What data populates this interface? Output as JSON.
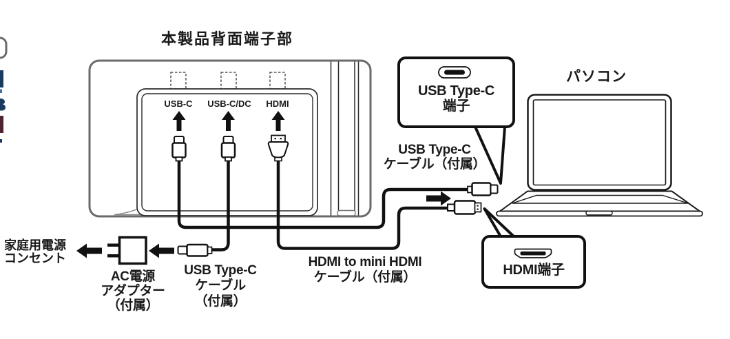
{
  "diagram": {
    "title": "本製品背面端子部",
    "monitor": {
      "port_labels": [
        "USB-C",
        "USB-C/DC",
        "HDMI"
      ]
    },
    "labels": {
      "pc": "パソコン",
      "outlet": [
        "家庭用電源",
        "コンセント"
      ],
      "ac_adapter": [
        "AC電源",
        "アダプター",
        "（付属）"
      ],
      "usbc_cable_left": [
        "USB Type-C",
        "ケーブル",
        "（付属）"
      ],
      "hdmi_cable": [
        "HDMI to mini HDMI",
        "ケーブル（付属）"
      ],
      "usbc_cable_right": [
        "USB Type-C",
        "ケーブル（付属）"
      ]
    },
    "callouts": {
      "usbc": [
        "USB Type-C",
        "端子"
      ],
      "hdmi": "HDMI端子"
    },
    "colors": {
      "line": "#1a1a1a",
      "frame_gray": "#6a6a6a",
      "accent_navy": "#1a3a5e",
      "accent_maroon": "#4e2430"
    }
  }
}
